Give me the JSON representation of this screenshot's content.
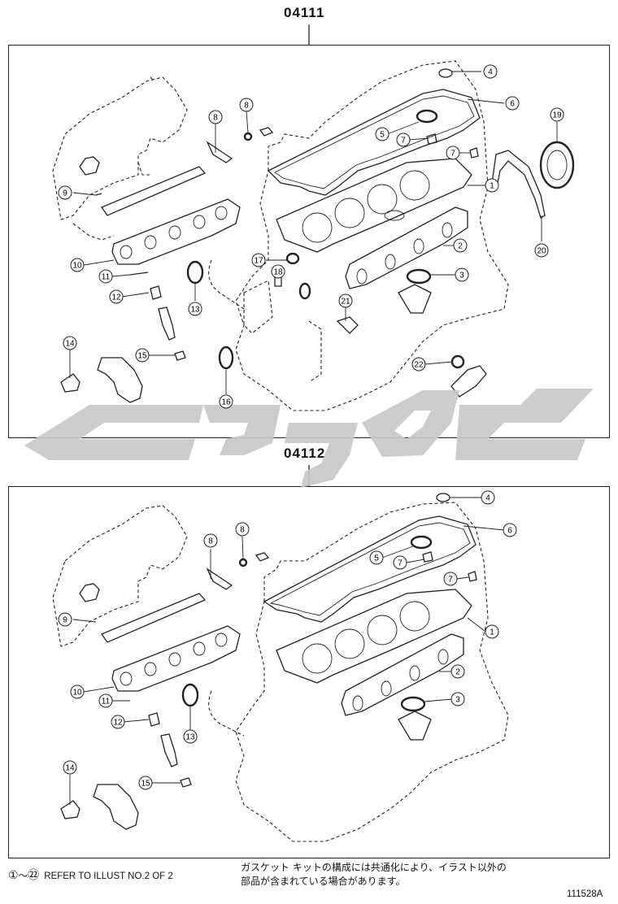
{
  "top_section": {
    "code": "04111",
    "callouts": [
      "1",
      "2",
      "3",
      "4",
      "6",
      "7",
      "7",
      "8",
      "8",
      "9",
      "10",
      "11",
      "12",
      "13",
      "14",
      "15",
      "16",
      "17",
      "18",
      "19",
      "20",
      "21",
      "22"
    ],
    "circled": [
      "①",
      "②",
      "③",
      "④",
      "⑤",
      "⑥",
      "⑦",
      "⑦",
      "⑧",
      "⑧",
      "⑨",
      "⑩",
      "⑪",
      "⑫",
      "⑬",
      "⑭",
      "⑮",
      "⑯",
      "⑰",
      "⑱",
      "⑲",
      "⑳",
      "㉑",
      "㉒"
    ]
  },
  "bottom_section": {
    "code": "04112",
    "circled": [
      "①",
      "②",
      "③",
      "④",
      "⑤",
      "⑥",
      "⑦",
      "⑦",
      "⑧",
      "⑧",
      "⑨",
      "⑩",
      "⑪",
      "⑫",
      "⑬",
      "⑭",
      "⑮"
    ]
  },
  "footer": {
    "range_start": "①",
    "tilde": "～",
    "range_end": "㉒",
    "refer_text": "REFER TO ILLUST NO.2 OF 2",
    "jp_line1": "ガスケット キットの構成には共通化により、イラスト以外の",
    "jp_line2": "部品が含まれている場合があります。",
    "catalog_number": "111528A"
  },
  "watermark": {
    "color": "#c8c8c8"
  }
}
